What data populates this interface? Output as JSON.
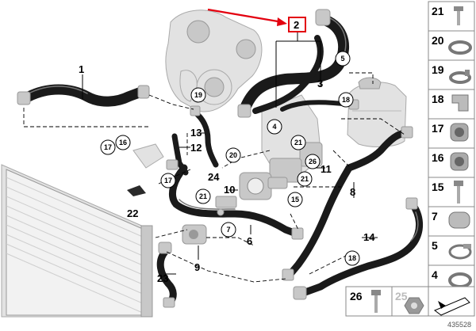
{
  "diagram": {
    "reference_number": "435528",
    "highlighted_part": "2",
    "highlight_color": "#e3000f",
    "part_labels": {
      "p1": "1",
      "p2": "2",
      "p3": "3",
      "p6": "6",
      "p8": "8",
      "p9": "9",
      "p10": "10",
      "p11": "11",
      "p12": "12",
      "p13": "13",
      "p14": "14",
      "p22": "22",
      "p23": "23",
      "p24": "24"
    },
    "callouts": {
      "c5": "5",
      "c19": "19",
      "c4": "4",
      "c17a": "17",
      "c16": "16",
      "c17b": "17",
      "c20": "20",
      "c21a": "21",
      "c26": "26",
      "c21b": "21",
      "c21c": "21",
      "c15": "15",
      "c7": "7",
      "c18a": "18",
      "c18b": "18"
    },
    "side_parts": [
      {
        "number": "21",
        "icon": "screw-icon"
      },
      {
        "number": "20",
        "icon": "spring-clamp-icon"
      },
      {
        "number": "19",
        "icon": "spring-clip-icon"
      },
      {
        "number": "18",
        "icon": "bracket-clip-icon"
      },
      {
        "number": "17",
        "icon": "hose-connector-icon"
      },
      {
        "number": "16",
        "icon": "hose-connector-icon"
      },
      {
        "number": "15",
        "icon": "bolt-icon"
      },
      {
        "number": "7",
        "icon": "hose-clamp-icon"
      },
      {
        "number": "5",
        "icon": "worm-clamp-icon"
      },
      {
        "number": "4",
        "icon": "clamp-ring-icon"
      }
    ],
    "bottom_parts": [
      {
        "number": "26",
        "icon": "bolt-icon",
        "dimmed": false
      },
      {
        "number": "25",
        "icon": "nut-icon",
        "dimmed": true
      }
    ]
  }
}
